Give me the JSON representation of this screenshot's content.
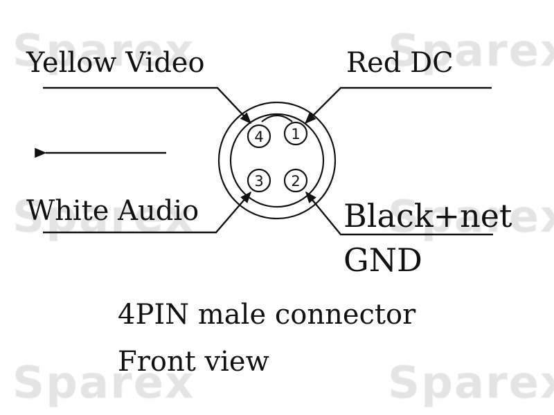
{
  "watermark": {
    "text": "Sparex"
  },
  "labels": {
    "yellow_video": "Yellow Video",
    "red_dc": "Red DC",
    "white_audio": "White Audio",
    "black_net_line1": "Black+net",
    "black_net_line2": "GND"
  },
  "pins": {
    "p1": "1",
    "p2": "2",
    "p3": "3",
    "p4": "4"
  },
  "caption": {
    "line1": "4PIN male connector",
    "line2": "Front view"
  }
}
